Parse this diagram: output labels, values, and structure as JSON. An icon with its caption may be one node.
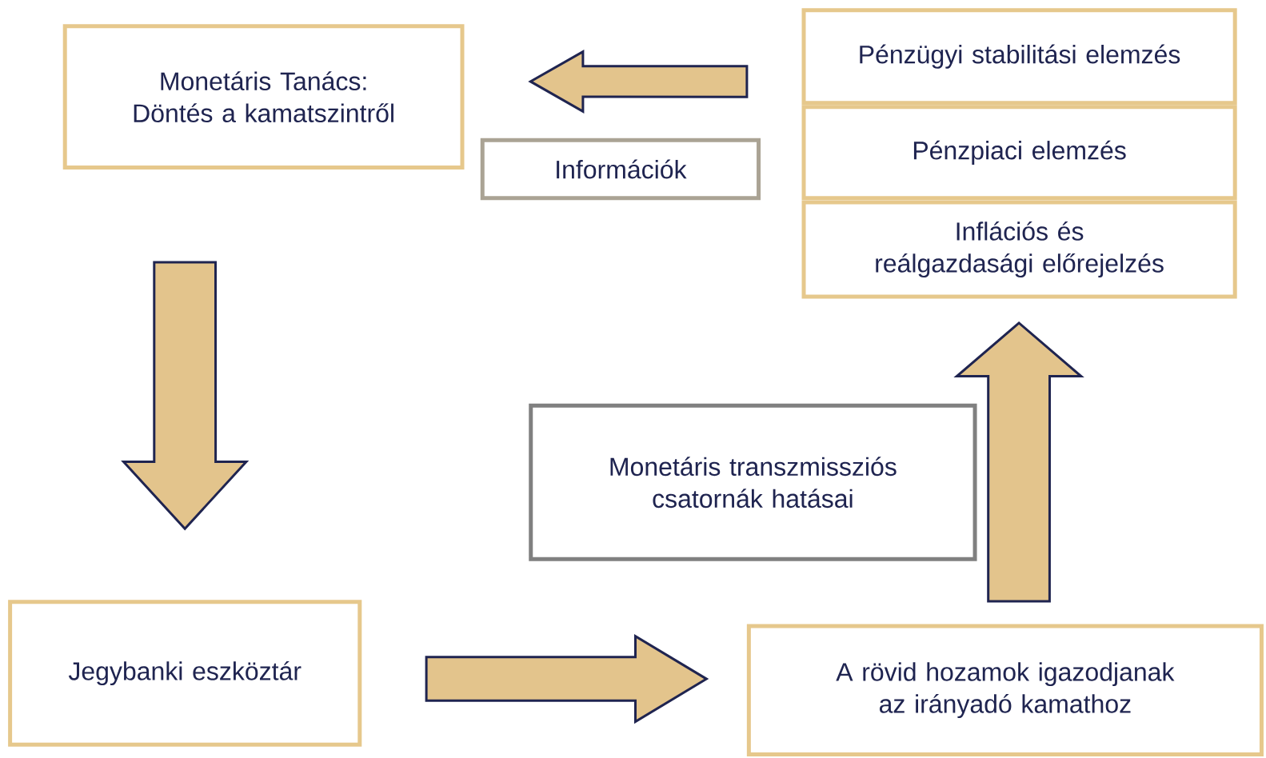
{
  "diagram": {
    "nodes": [
      {
        "text": [
          "Monetáris Tanács: Döntés a kamatszintről"
        ]
      },
      {
        "text": [
          "Információk"
        ]
      },
      {
        "text": [
          "Pénzügyi stabilitási elemzés"
        ]
      },
      {
        "text": [
          "Pénzpiaci elemzés"
        ]
      },
      {
        "text": [
          "Inflációs és reálgazdasági előrejelzés"
        ]
      },
      {
        "text": [
          "Monetáris transzmissziós csatornák hatásai"
        ]
      },
      {
        "text": [
          "Jegybanki eszköztár"
        ]
      },
      {
        "text": [
          "A rövid hozamok igazodjanak az irányadó kamathoz"
        ]
      }
    ],
    "edges": [
      {
        "from": 2,
        "to": 0,
        "arrow": "to"
      },
      {
        "from": 0,
        "to": 6,
        "arrow": "to"
      },
      {
        "from": 6,
        "to": 7,
        "arrow": "to"
      },
      {
        "from": 7,
        "to": 4,
        "arrow": "to"
      }
    ]
  }
}
